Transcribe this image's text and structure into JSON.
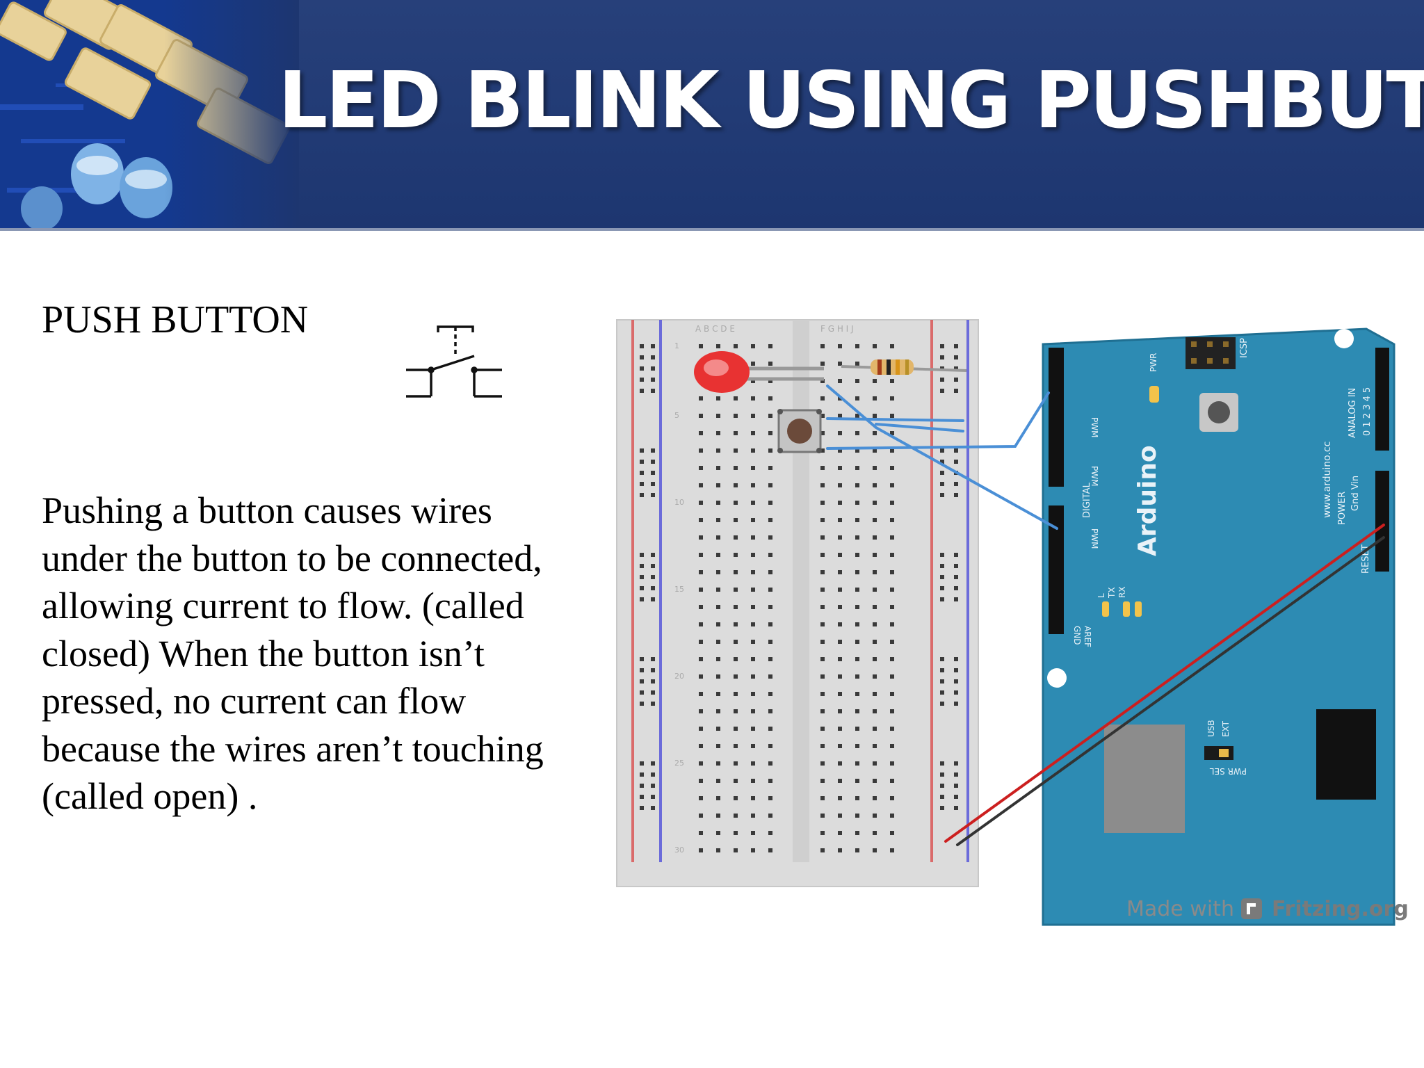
{
  "header": {
    "title": "LED BLINK USING PUSHBUTTON"
  },
  "content": {
    "subtitle": "PUSH BUTTON",
    "paragraph": "Pushing a button causes wires under the button to be connected, allowing current to flow. (called closed) When the button isn’t pressed, no current can flow because the wires aren’t touching (called open) ."
  },
  "symbol": {
    "icon": "pushbutton-switch-symbol-icon"
  },
  "board": {
    "name": "Arduino",
    "website": "www.arduino.cc",
    "header_labels": {
      "digital": "DIGITAL",
      "analog": "ANALOG IN",
      "power": "POWER",
      "icsp": "ICSP",
      "pwr": "PWR",
      "usb": "USB",
      "ext": "EXT",
      "pwr_sel": "PWR SEL",
      "tx": "TX",
      "rx": "RX",
      "l": "L",
      "gnd": "GND",
      "aref": "AREF",
      "reset": "RESET",
      "gnd_vin": "Gnd Vin",
      "analog_pins": "0 1 2 3 4 5",
      "pwm": "PWM"
    }
  },
  "breadboard": {
    "column_letters_left": "A B C D E",
    "column_letters_right": "F G H I J",
    "row_numbers": [
      "1",
      "5",
      "10",
      "15",
      "20",
      "25",
      "30"
    ]
  },
  "wire_colors": {
    "signal": "#4a8fd6",
    "power": "#cc1f1f",
    "ground": "#333333"
  },
  "footer": {
    "made_with": "Made with",
    "brand": "Fritzing.org"
  }
}
